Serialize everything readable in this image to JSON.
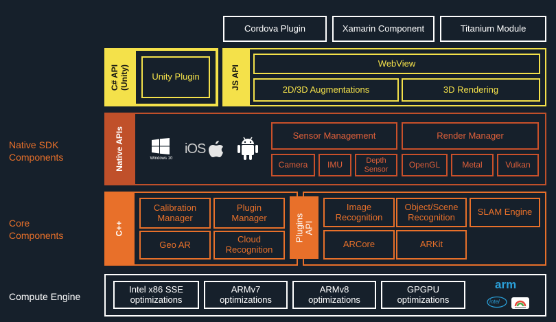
{
  "labels": {
    "native_sdk": "Native SDK\nComponents",
    "core": "Core\nComponents",
    "compute": "Compute Engine"
  },
  "top_plugins": [
    "Cordova Plugin",
    "Xamarin Component",
    "Titanium Module"
  ],
  "csharp": {
    "api": "C# API\n(Unity)",
    "plugin": "Unity  Plugin"
  },
  "js": {
    "api": "JS API",
    "webview": "WebView",
    "aug": "2D/3D Augmentations",
    "render3d": "3D Rendering"
  },
  "native": {
    "api": "Native APIs",
    "windows_caption": "Windows 10",
    "ios_text": "iOS",
    "sensor": "Sensor Management",
    "render_mgr": "Render Manager",
    "items": [
      "Camera",
      "IMU",
      "Depth\nSensor",
      "OpenGL",
      "Metal",
      "Vulkan"
    ]
  },
  "core": {
    "cpp": "C++",
    "calibration": "Calibration\nManager",
    "plugin_mgr": "Plugin\nManager",
    "geo": "Geo AR",
    "cloud": "Cloud\nRecognition",
    "plugins_api": "Plugins\nAPI",
    "image_rec": "Image\nRecognition",
    "object_rec": "Object/Scene\nRecognition",
    "slam": "SLAM Engine",
    "arcore": "ARCore",
    "arkit": "ARKit"
  },
  "compute": {
    "items": [
      "Intel x86 SSE\noptimizations",
      "ARMv7\noptimizations",
      "ARMv8\noptimizations",
      "GPGPU\noptimizations"
    ],
    "arm_logo": "arm",
    "intel_logo": "intel"
  },
  "colors": {
    "background": "#16202b",
    "white": "#ffffff",
    "yellow": "#f4e14a",
    "orange": "#e8702a",
    "red": "#c9502a"
  }
}
